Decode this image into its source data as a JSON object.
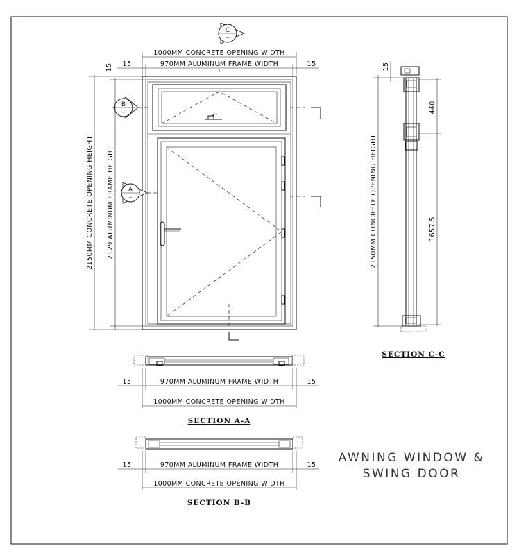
{
  "title": {
    "line1": "AWNING WINDOW &",
    "line2": "SWING DOOR"
  },
  "elevation": {
    "dim_opening_width": "1000MM CONCRETE OPENING WIDTH",
    "dim_frame_width": "970MM ALUMINUM FRAME WIDTH",
    "dim_side_left": "15",
    "dim_side_right": "15",
    "dim_top": "15",
    "dim_opening_height": "2150MM CONCRETE OPENING HEIGHT",
    "dim_frame_height": "2129 ALUMINUM FRAME HEIGHT",
    "marker_c": "C",
    "marker_b": "B",
    "marker_a": "A"
  },
  "section_cc": {
    "label": "SECTION C-C",
    "dim_top": "15",
    "dim_transom": "440",
    "dim_door": "1657.5",
    "dim_opening_height": "2150MM CONCRETE OPENING HEIGHT"
  },
  "section_aa": {
    "label": "SECTION A-A",
    "dim_frame_width": "970MM ALUMINUM FRAME WIDTH",
    "dim_opening_width": "1000MM CONCRETE OPENING WIDTH",
    "dim_left": "15",
    "dim_right": "15"
  },
  "section_bb": {
    "label": "SECTION B-B",
    "dim_frame_width": "970MM ALUMINUM FRAME WIDTH",
    "dim_opening_width": "1000MM CONCRETE OPENING WIDTH",
    "dim_left": "15",
    "dim_right": "15"
  }
}
